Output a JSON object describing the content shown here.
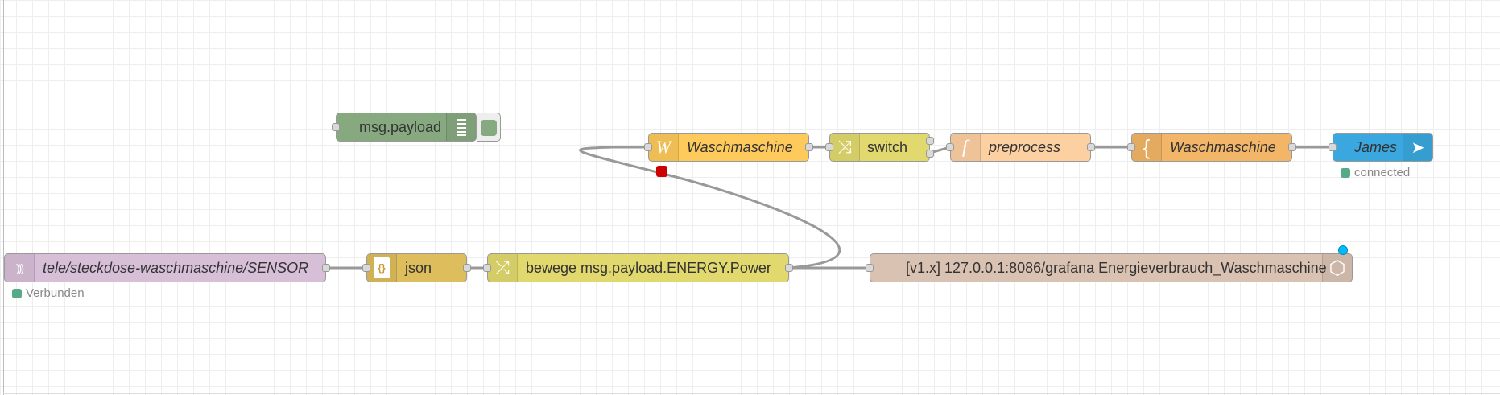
{
  "nodes": {
    "debug": {
      "label": "msg.payload",
      "color": "#87a980",
      "icon": "list-lines-icon"
    },
    "template": {
      "label": "Waschmaschine",
      "color": "#fdca5b",
      "icon": "mustache-w-icon",
      "status_color": "#cc0000"
    },
    "switch": {
      "label": "switch",
      "color": "#e2d96e",
      "icon": "switch-branch-icon"
    },
    "preprocess": {
      "label": "preprocess",
      "color": "#fdd0a2",
      "icon": "function-icon"
    },
    "json_waschmaschine": {
      "label": "Waschmaschine",
      "color": "#f3b567",
      "icon": "curly-brace-icon"
    },
    "telegram": {
      "label": "James",
      "color": "#3aa7df",
      "icon": "paper-plane-icon",
      "status": "connected",
      "status_color": "#5a8"
    },
    "mqtt": {
      "label": "tele/steckdose-waschmaschine/SENSOR",
      "color": "#d8bfd8",
      "icon": "mqtt-signal-icon",
      "status": "Verbunden",
      "status_color": "#5a8"
    },
    "json": {
      "label": "json",
      "color": "#debd5c",
      "icon": "json-braces-icon"
    },
    "change": {
      "label": "bewege msg.payload.ENERGY.Power",
      "color": "#e2d96e",
      "icon": "shuffle-icon"
    },
    "influx": {
      "label": "[v1.x] 127.0.0.1:8086/grafana Energieverbrauch_Waschmaschine",
      "color": "#d9c2b2",
      "icon": "influxdb-icon"
    }
  },
  "glyphs": {
    "mustache": "W",
    "switch": "⤨",
    "function": "ƒ",
    "curly": "{",
    "plane": "➤",
    "json": "{}",
    "shuffle": "⤮",
    "signal": ")))",
    "hex": "⬡"
  }
}
